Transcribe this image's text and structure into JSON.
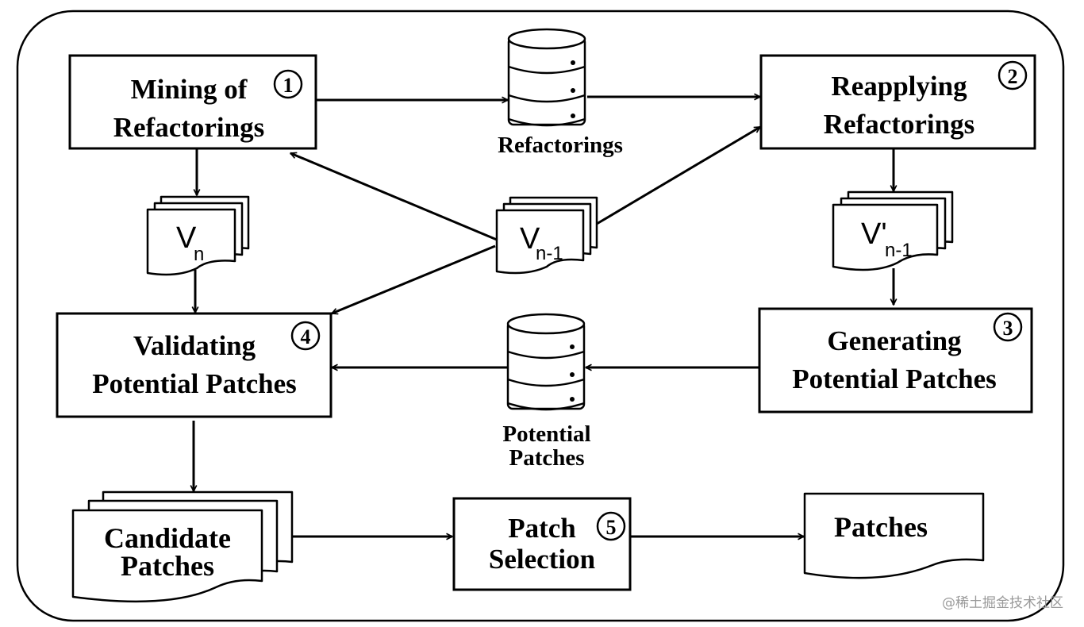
{
  "steps": {
    "mining": {
      "line1": "Mining of",
      "line2": "Refactorings",
      "num": "1"
    },
    "reapplying": {
      "line1": "Reapplying",
      "line2": "Refactorings",
      "num": "2"
    },
    "generating": {
      "line1": "Generating",
      "line2": "Potential Patches",
      "num": "3"
    },
    "validating": {
      "line1": "Validating",
      "line2": "Potential Patches",
      "num": "4"
    },
    "selection": {
      "line1": "Patch",
      "line2": "Selection",
      "num": "5"
    }
  },
  "stores": {
    "refactorings": {
      "label": "Refactorings"
    },
    "potential_patches": {
      "line1": "Potential",
      "line2": "Patches"
    }
  },
  "documents": {
    "vn": {
      "main": "V",
      "sub": "n"
    },
    "vn1": {
      "main": "V",
      "sub": "n-1"
    },
    "vpn1": {
      "main": "V'",
      "sub": "n-1"
    },
    "candidate": {
      "line1": "Candidate",
      "line2": "Patches"
    },
    "patches": {
      "label": "Patches"
    }
  },
  "watermark": "@稀土掘金技术社区"
}
